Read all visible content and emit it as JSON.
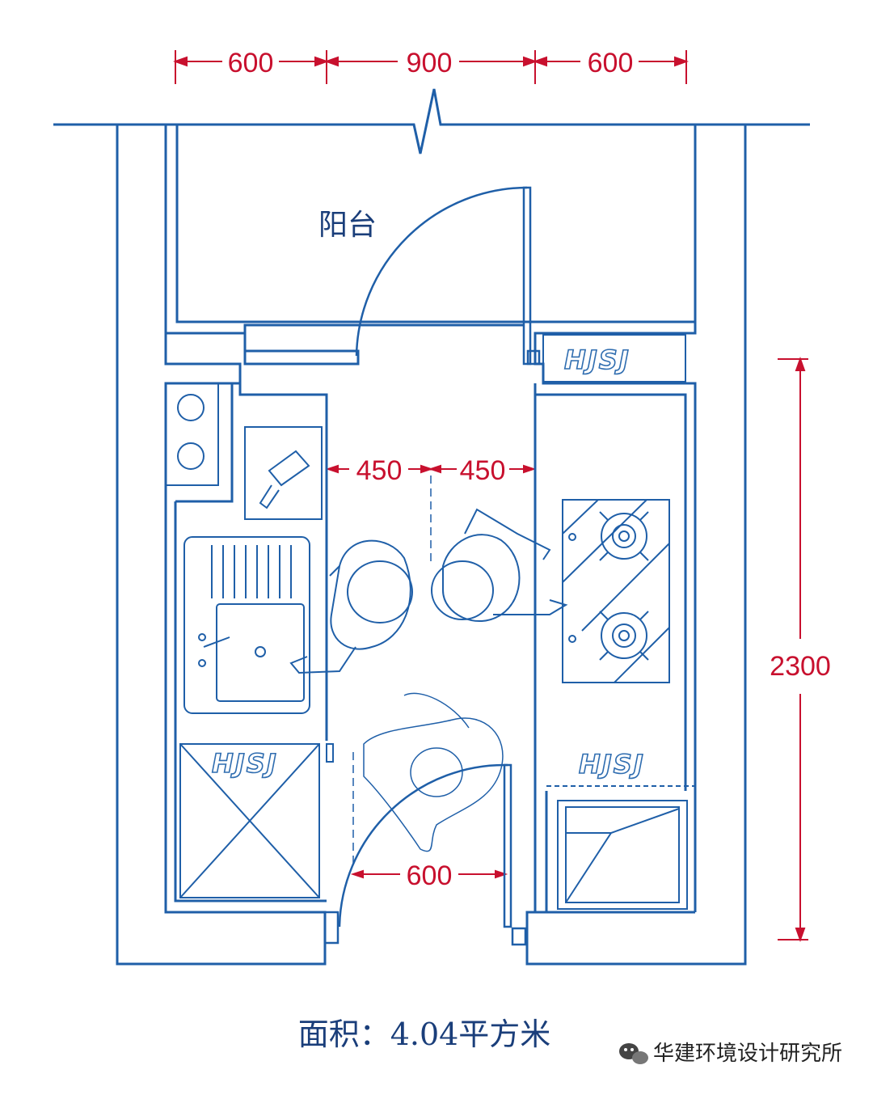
{
  "room_label": "阳台",
  "area_label": "面积：4.04平方米",
  "brand_logo": "HJSJ",
  "watermark": "华建环境设计研究所",
  "dimensions": {
    "top_left": "600",
    "top_middle": "900",
    "top_right": "600",
    "right_height": "2300",
    "aisle_left": "450",
    "aisle_right": "450",
    "door_width": "600"
  },
  "colors": {
    "wall": "#1f5fa8",
    "dimension": "#c8102e",
    "text": "#1a3e7a"
  },
  "icons": [
    "cleaver-icon",
    "sink-icon",
    "gas-stove-icon",
    "refrigerator-icon",
    "person-icon",
    "wechat-icon"
  ]
}
